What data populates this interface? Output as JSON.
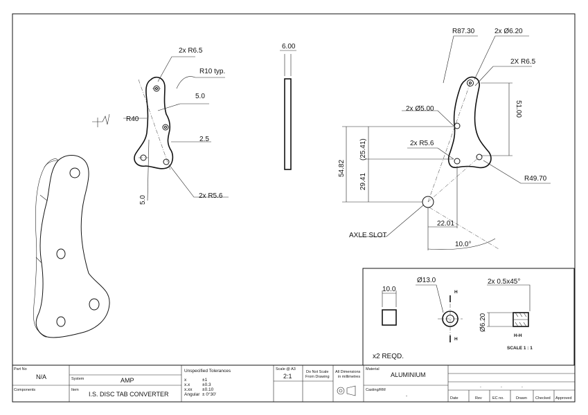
{
  "dims_left": {
    "holes_r": "2x R6.5",
    "fillet": "R10 typ.",
    "offset_top": "5.0",
    "big_r": "R40",
    "offset_mid": "2.5",
    "offset_left": "5.0",
    "bottom_r": "2x R5.6"
  },
  "dims_side": {
    "thickness": "6.00"
  },
  "dims_right": {
    "r87": "R87.30",
    "dia_top": "2x Ø6.20",
    "r_top": "2X R6.5",
    "dia_mid": "2x Ø5.00",
    "len51": "51.00",
    "r_bottom": "2x R5.6",
    "h2541": "(25.41)",
    "h5482": "54.82",
    "h2941": "29.41",
    "r49": "R49.70",
    "axle_slot": "AXLE SLOT",
    "w2201": "22.01",
    "angle": "10.0°"
  },
  "spacer": {
    "length": "10.0",
    "dia_outer": "Ø13.0",
    "section_marker": "H",
    "chamfer": "2x 0.5x45°",
    "dia_inner": "Ø6.20",
    "section_label": "H-H",
    "section_scale": "SCALE 1 : 1",
    "quantity": "x2 REQD."
  },
  "title_block": {
    "part_no_label": "Part No",
    "part_no": "N/A",
    "components_label": "Components",
    "system_label": "System",
    "system": "AMP",
    "item_label": "Item",
    "item": "I.S. DISC TAB CONVERTER",
    "tolerances_title": "Unspecified Tolerances",
    "tol_keys": [
      "x",
      "x.x",
      "x.xx",
      "Angular"
    ],
    "tol_values": [
      "±1",
      "±0.3",
      "±0.10",
      "± 0°30'"
    ],
    "scale_label": "Scale @ A3",
    "scale": "2:1",
    "no_scale": [
      "Do Not Scale",
      "From Drawing"
    ],
    "units": [
      "All Dimensions",
      "in millimetres"
    ],
    "material_label": "Material",
    "material": "ALUMINIUM",
    "casting_label": "Casting/RM",
    "casting": "-",
    "revision_headers": [
      "Date",
      "Rev",
      "EC no.",
      "Drawn",
      "Checked",
      "Approved"
    ],
    "revision_values": [
      "-",
      "-",
      "-"
    ]
  }
}
